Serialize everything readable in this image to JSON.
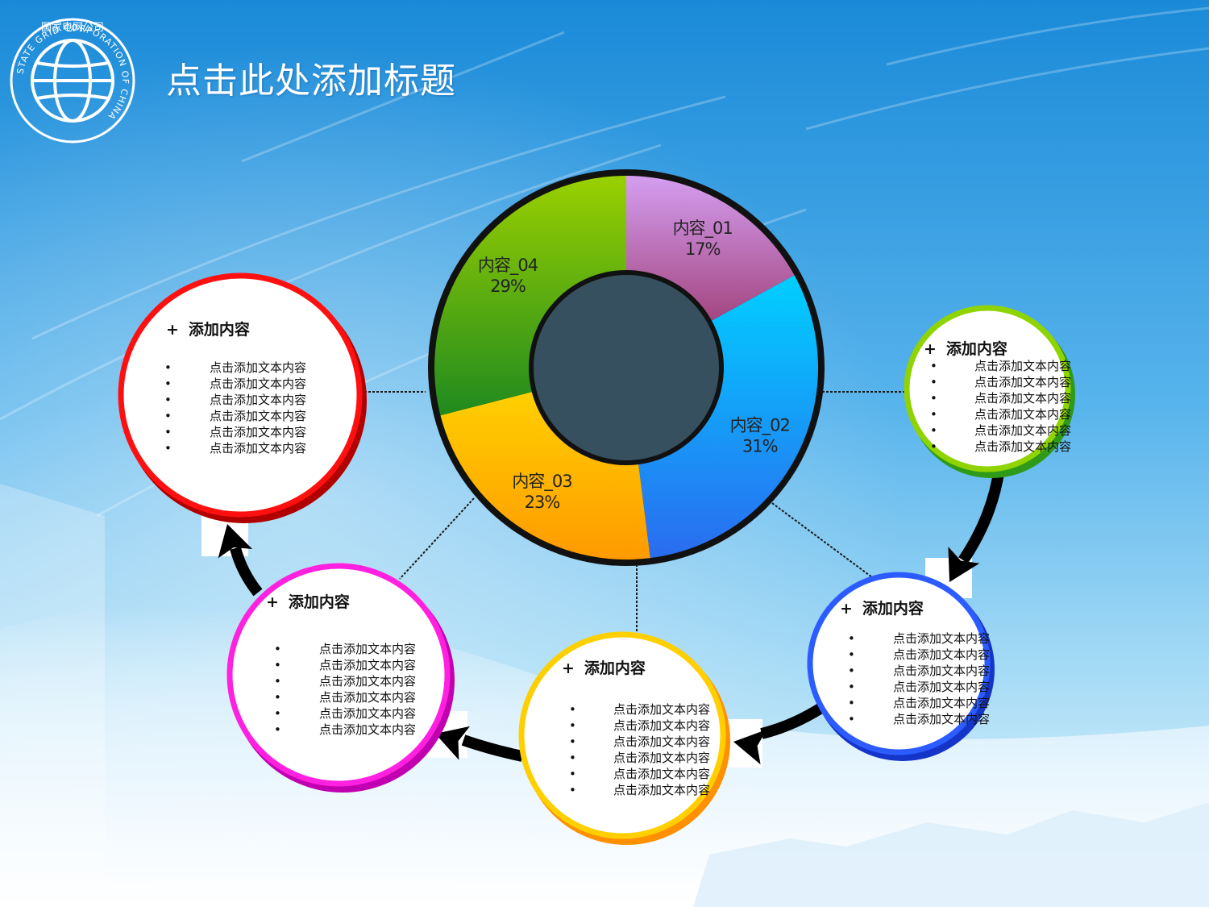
{
  "slide": {
    "title": "点击此处添加标题"
  },
  "logo": {
    "top_text": "国家电网公司",
    "ring_text": "STATE GRID CORPORATION OF CHINA"
  },
  "donut": {
    "slices": [
      {
        "name": "内容_01",
        "percent_label": "17%",
        "value": 17,
        "colors": [
          "#d49ef0",
          "#a3457f"
        ]
      },
      {
        "name": "内容_02",
        "percent_label": "31%",
        "value": 31,
        "colors": [
          "#00cfff",
          "#2a6cf0"
        ]
      },
      {
        "name": "内容_03",
        "percent_label": "23%",
        "value": 23,
        "colors": [
          "#ffd000",
          "#ff9a00"
        ]
      },
      {
        "name": "内容_04",
        "percent_label": "29%",
        "value": 29,
        "colors": [
          "#9ad000",
          "#1f8a1f"
        ]
      }
    ]
  },
  "cards": [
    {
      "id": "red",
      "color": "#ff1010",
      "shadow": "#b00000",
      "plus": "+",
      "heading": "添加内容",
      "items": [
        "点击添加文本内容",
        "点击添加文本内容",
        "点击添加文本内容",
        "点击添加文本内容",
        "点击添加文本内容",
        "点击添加文本内容"
      ]
    },
    {
      "id": "green",
      "color": "#8fd400",
      "shadow": "#2f9a1a",
      "plus": "+",
      "heading": "添加内容",
      "items": [
        "点击添加文本内容",
        "点击添加文本内容",
        "点击添加文本内容",
        "点击添加文本内容",
        "点击添加文本内容",
        "点击添加文本内容"
      ]
    },
    {
      "id": "blue",
      "color": "#2c5cff",
      "shadow": "#1535c8",
      "plus": "+",
      "heading": "添加内容",
      "items": [
        "点击添加文本内容",
        "点击添加文本内容",
        "点击添加文本内容",
        "点击添加文本内容",
        "点击添加文本内容",
        "点击添加文本内容"
      ]
    },
    {
      "id": "orange",
      "color": "#ffcf00",
      "shadow": "#ff9000",
      "plus": "+",
      "heading": "添加内容",
      "items": [
        "点击添加文本内容",
        "点击添加文本内容",
        "点击添加文本内容",
        "点击添加文本内容",
        "点击添加文本内容",
        "点击添加文本内容"
      ]
    },
    {
      "id": "magenta",
      "color": "#ff20e0",
      "shadow": "#c000b0",
      "plus": "+",
      "heading": "添加内容",
      "items": [
        "点击添加文本内容",
        "点击添加文本内容",
        "点击添加文本内容",
        "点击添加文本内容",
        "点击添加文本内容",
        "点击添加文本内容"
      ]
    }
  ],
  "bullet_glyph": "•"
}
